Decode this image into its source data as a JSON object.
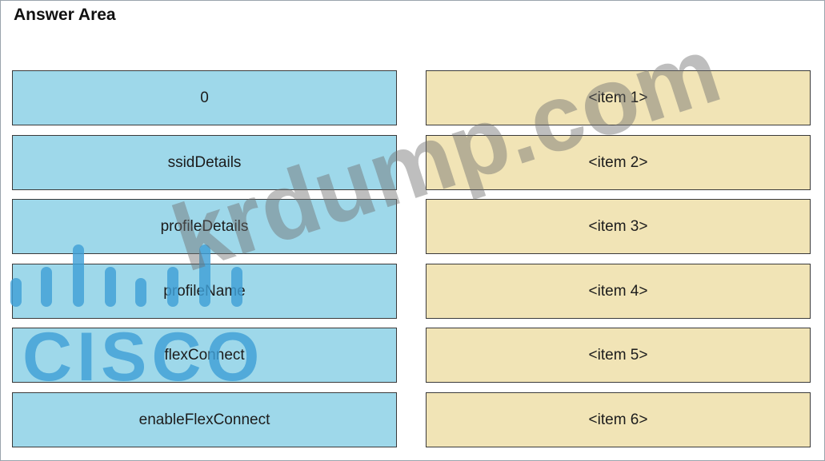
{
  "title": "Answer Area",
  "options": [
    "0",
    "ssidDetails",
    "profileDetails",
    "profileName",
    "flexConnect",
    "enableFlexConnect"
  ],
  "targets": [
    "<item 1>",
    "<item 2>",
    "<item 3>",
    "<item 4>",
    "<item 5>",
    "<item 6>"
  ],
  "watermark": {
    "brand_text": "CISCO",
    "site_text": "krdump.com",
    "brand_color": "#40a0d7"
  },
  "colors": {
    "option_bg": "#9ed8ea",
    "target_bg": "#f1e4b6",
    "border": "#3a3a3a"
  }
}
